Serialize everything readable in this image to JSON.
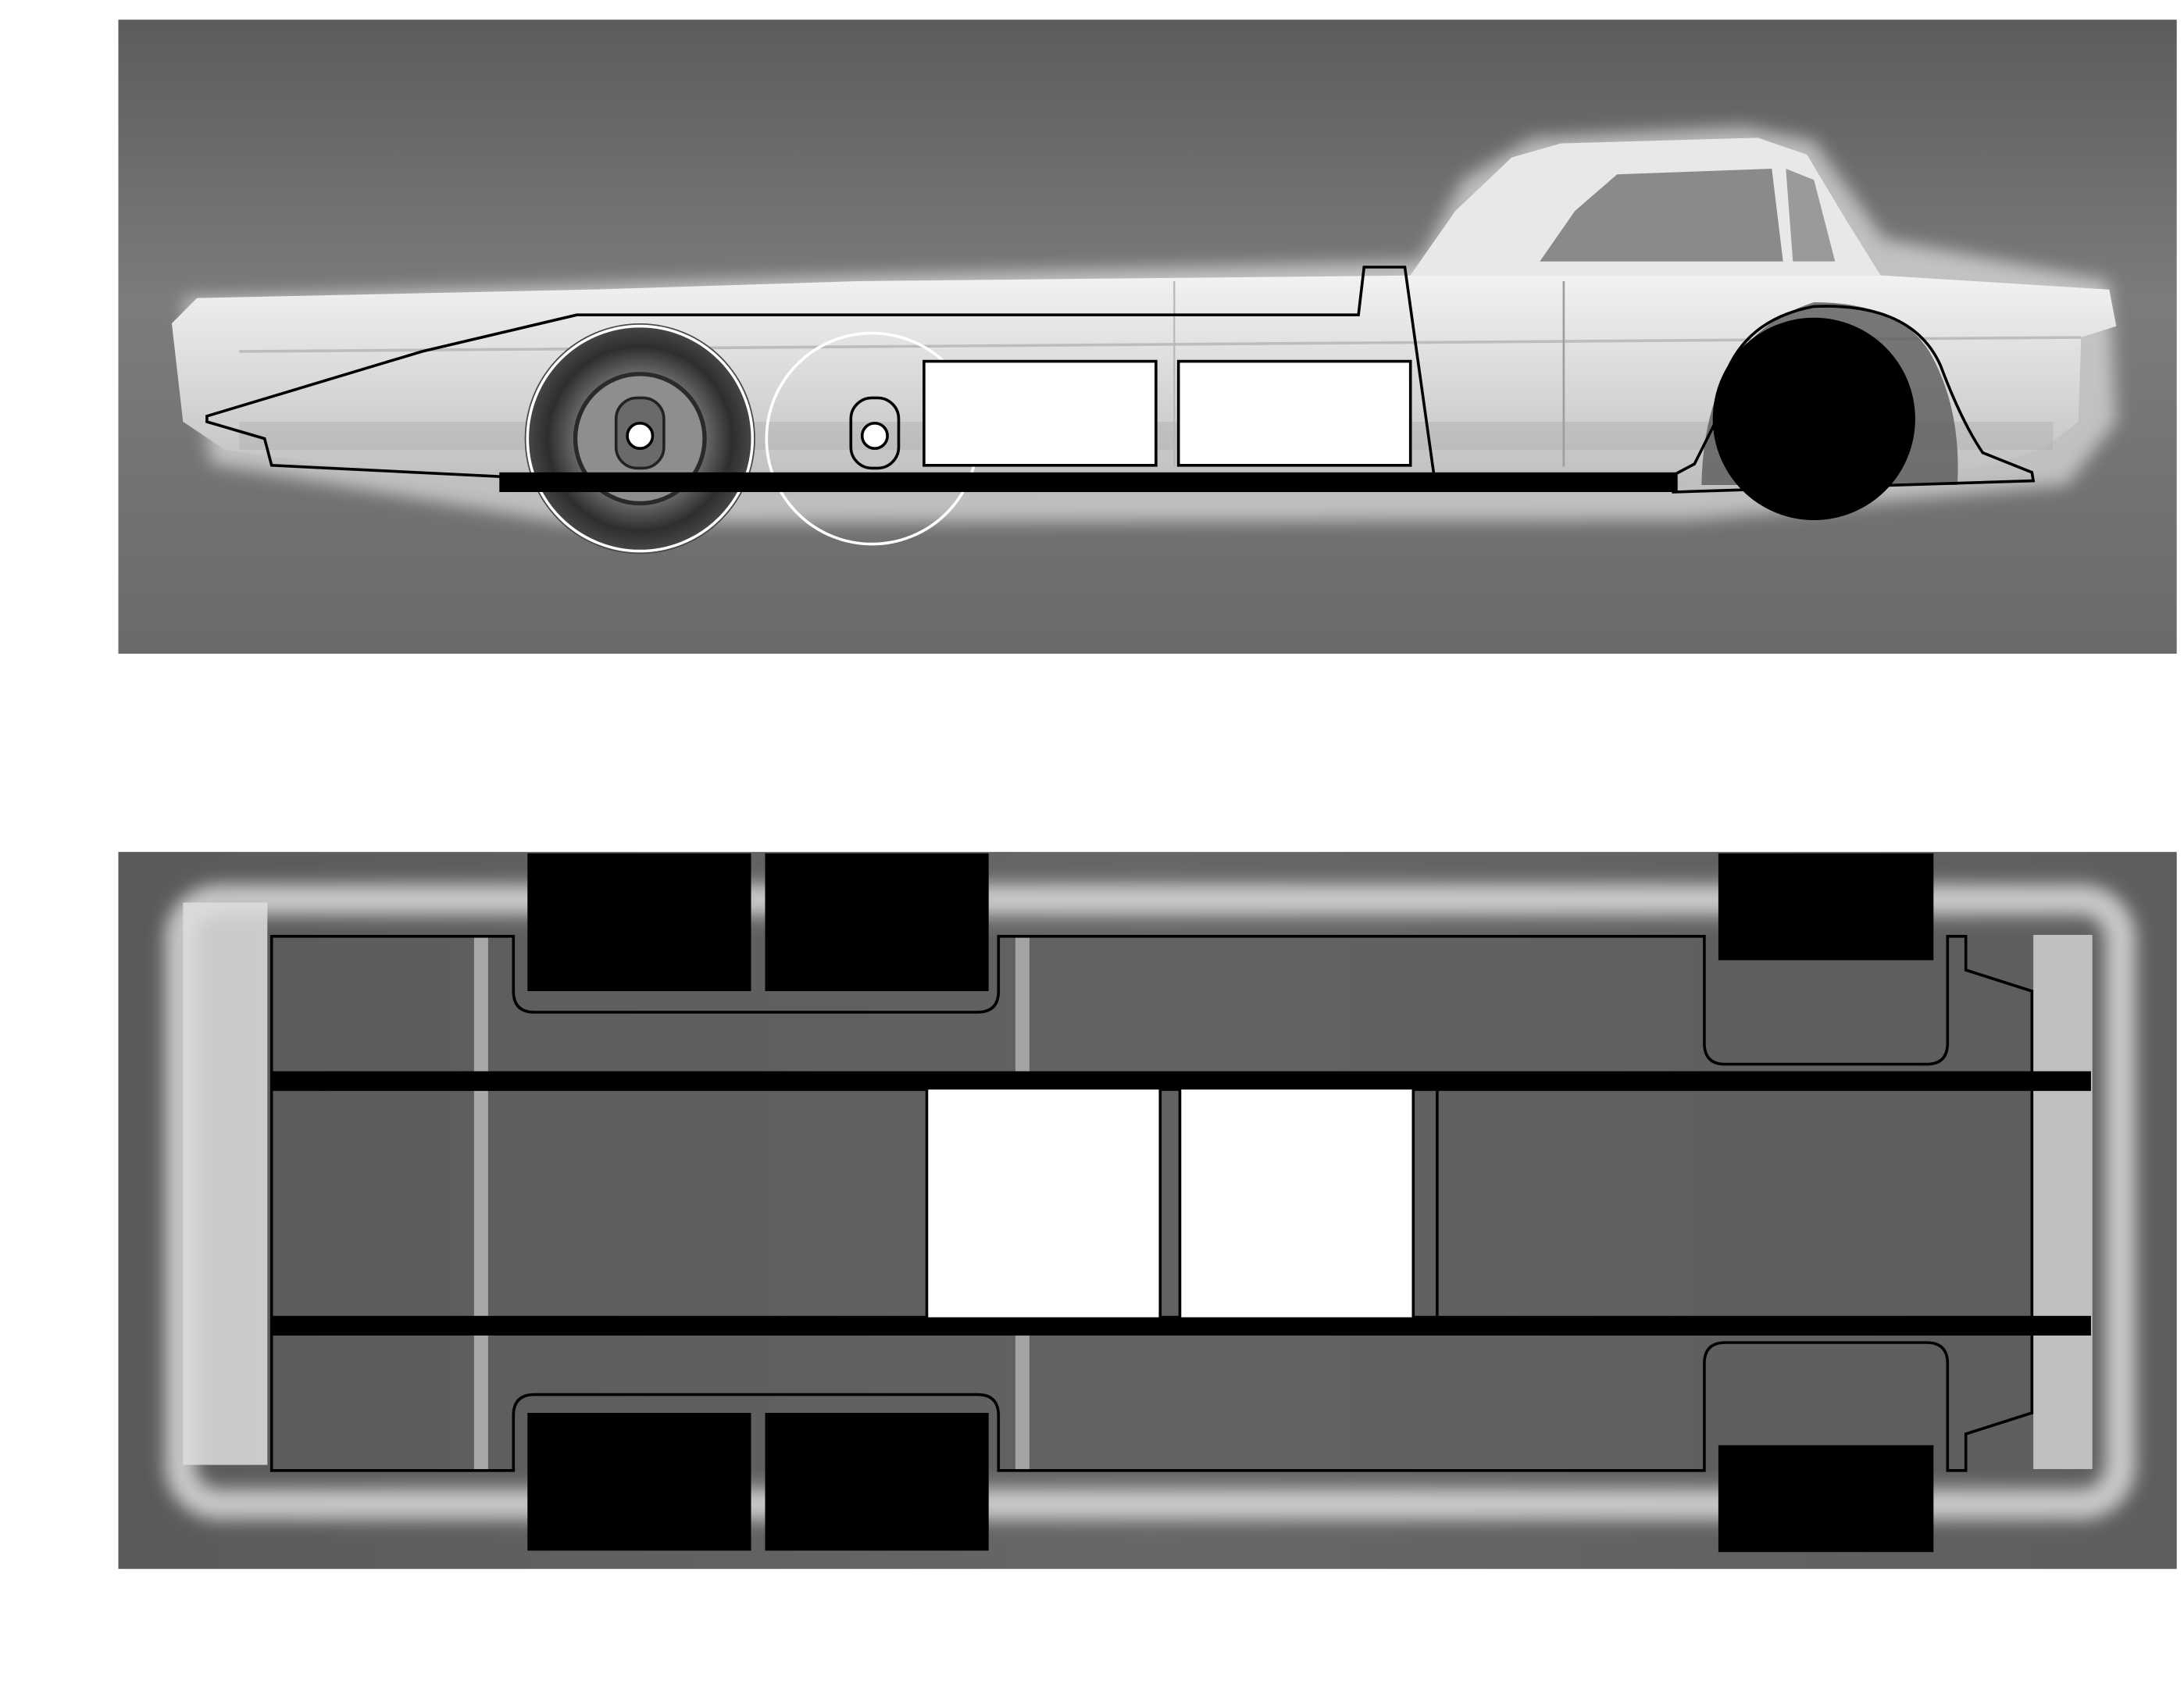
{
  "colors": {
    "page_background": "#ffffff",
    "photo_dark": "#545454",
    "photo_mid": "#7a7a7a",
    "car_body_light": "#e6e6e6",
    "outline": "#000000",
    "fill_black": "#000000",
    "fill_white": "#ffffff"
  },
  "side_view": {
    "label": "",
    "white_boxes": 2,
    "rear_wheels_drawn": 2,
    "front_wheel_filled": true
  },
  "top_view": {
    "label": "",
    "white_boxes": 2,
    "black_wheel_blocks": 6,
    "chassis_rails": 2
  }
}
